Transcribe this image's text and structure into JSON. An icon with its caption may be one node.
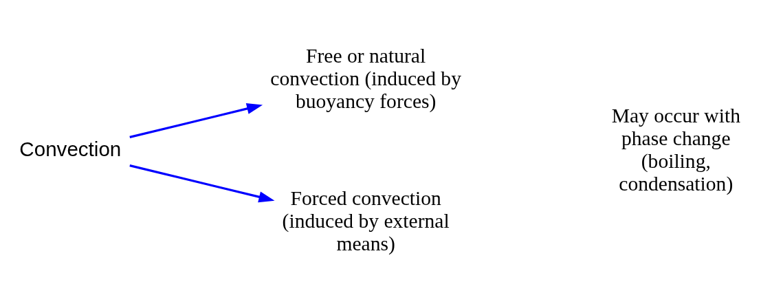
{
  "diagram": {
    "nodes": [
      {
        "text": [
          "Convection"
        ]
      },
      {
        "text": [
          "Free or natural convection (induced by buoyancy forces)"
        ]
      },
      {
        "text": [
          "Forced convection (induced by external means)"
        ]
      }
    ],
    "edges": [
      {
        "from": 0,
        "to": 1,
        "arrow": "to",
        "color": "#0000ff"
      },
      {
        "from": 0,
        "to": 2,
        "arrow": "to",
        "color": "#0000ff"
      }
    ],
    "labels": [
      "May occur with phase change (boiling, condensation)"
    ]
  }
}
